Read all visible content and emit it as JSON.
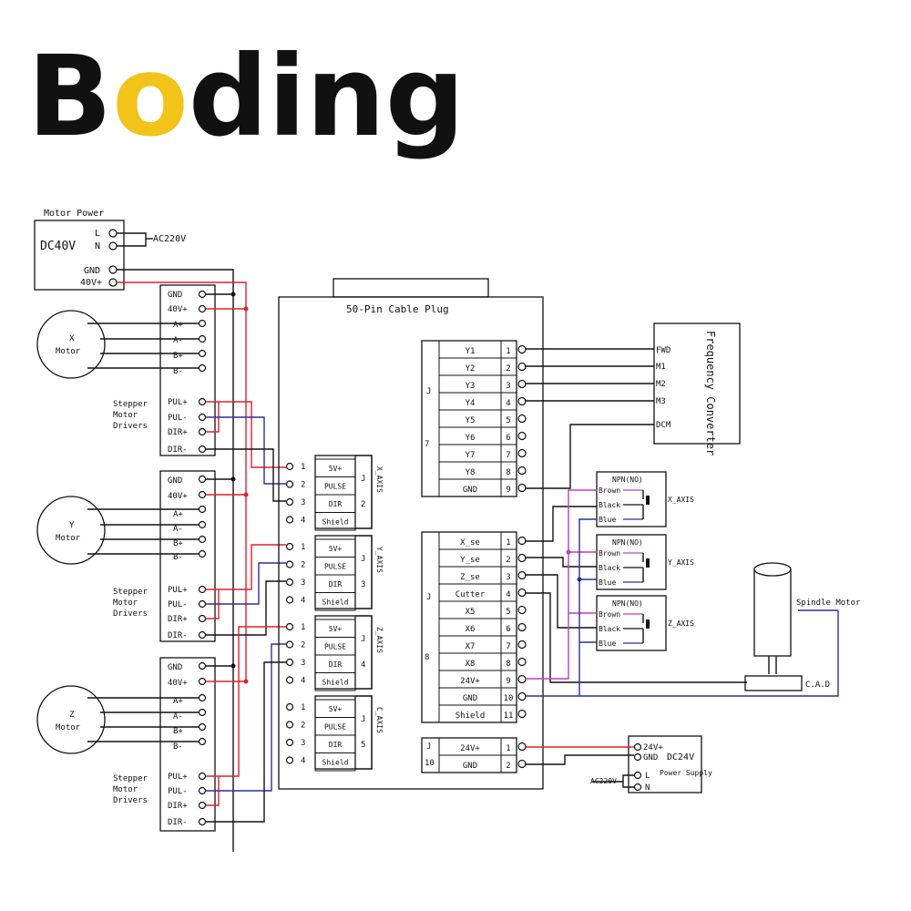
{
  "logo": {
    "text_pre": "B",
    "text_o": "o",
    "text_post": "ding",
    "accent": "#f2c41a"
  },
  "motor_power": {
    "title": "Motor Power",
    "label": "DC40V",
    "pins": [
      "L",
      "N",
      "GND",
      "40V+"
    ],
    "ac": "AC220V"
  },
  "drivers": [
    {
      "motor": "X",
      "motor_word": "Motor"
    },
    {
      "motor": "Y",
      "motor_word": "Motor"
    },
    {
      "motor": "Z",
      "motor_word": "Motor"
    }
  ],
  "driver_pins": [
    "GND",
    "40V+",
    "A+",
    "A-",
    "B+",
    "B-",
    "PUL+",
    "PUL-",
    "DIR+",
    "DIR-"
  ],
  "driver_caption": [
    "Stepper",
    "Motor",
    "Drivers"
  ],
  "plug": {
    "title": "50-Pin Cable Plug"
  },
  "axis_blocks": [
    {
      "axis": "X_AXIS",
      "num": "2"
    },
    {
      "axis": "Y_AXIS",
      "num": "3"
    },
    {
      "axis": "Z_AXIS",
      "num": "4"
    },
    {
      "axis": "C_AXIS",
      "num": "5"
    }
  ],
  "axis_pins": [
    "5V+",
    "PULSE",
    "DIR",
    "Shield"
  ],
  "j7": {
    "label": "J",
    "num": "7",
    "pins": [
      "Y1",
      "Y2",
      "Y3",
      "Y4",
      "Y5",
      "Y6",
      "Y7",
      "Y8",
      "GND"
    ]
  },
  "j8": {
    "label": "J",
    "num": "8",
    "pins": [
      "X_se",
      "Y_se",
      "Z_se",
      "Cutter",
      "X5",
      "X6",
      "X7",
      "X8",
      "24V+",
      "GND",
      "Shield"
    ]
  },
  "j10": {
    "label": "J",
    "num": "10",
    "pins": [
      "24V+",
      "GND"
    ]
  },
  "freq": {
    "title": "Frequency Converter",
    "pins": [
      "FWD",
      "M1",
      "M2",
      "M3",
      "DCM"
    ]
  },
  "npn": [
    {
      "title": "NPN(NO)",
      "axis": "X_AXIS"
    },
    {
      "title": "NPN(NO)",
      "axis": "Y_AXIS"
    },
    {
      "title": "NPN(NO)",
      "axis": "Z_AXIS"
    }
  ],
  "npn_wires": [
    "Brown",
    "Black",
    "Blue"
  ],
  "spindle": {
    "title": "Spindle Motor",
    "cad": "C.A.D"
  },
  "psu": {
    "label": "DC24V",
    "sub": "Power Supply",
    "pins": [
      "24V+",
      "GND",
      "L",
      "N"
    ],
    "ac": "AC220V"
  },
  "colors": {
    "red": "#e0202a",
    "blue": "#2b2f9c",
    "purple": "#c03cc0",
    "black": "#111111"
  }
}
